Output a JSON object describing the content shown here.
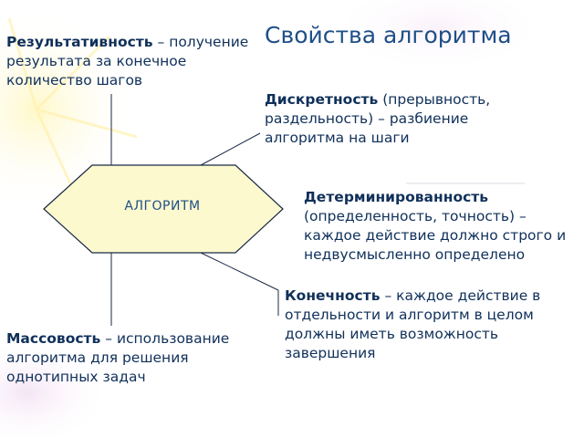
{
  "title": "Свойства алгоритма",
  "center_label": "АЛГОРИТМ",
  "properties": {
    "result": {
      "term": "Результативность",
      "text": "получение результата за конечное количество шагов"
    },
    "discrete": {
      "term": "Дискретность",
      "text": "(прерывность, раздельность) – разбиение алгоритма на шаги"
    },
    "determinism": {
      "term": "Детерминированность",
      "text": "(определенность, точность) – каждое действие должно строго и недвусмысленно определено"
    },
    "finiteness": {
      "term": "Конечность",
      "text": "каждое действие в отдельности и алгоритм в целом должны иметь возможность завершения"
    },
    "mass": {
      "term": "Массовость",
      "text": "использование алгоритма для решения однотипных задач"
    }
  },
  "colors": {
    "hexagon_fill": "#fdf9cf",
    "hexagon_stroke": "#1a2a44",
    "text": "#10305a",
    "title": "#1f4f87"
  }
}
